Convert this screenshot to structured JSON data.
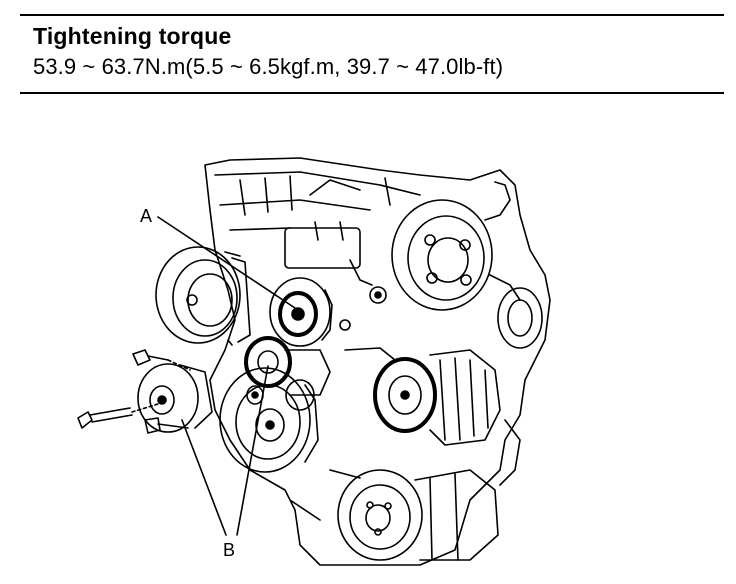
{
  "spec": {
    "title": "Tightening torque",
    "value": "53.9 ~ 63.7N.m(5.5 ~ 6.5kgf.m, 39.7 ~ 47.0lb-ft)"
  },
  "callouts": {
    "a": "A",
    "b": "B"
  }
}
